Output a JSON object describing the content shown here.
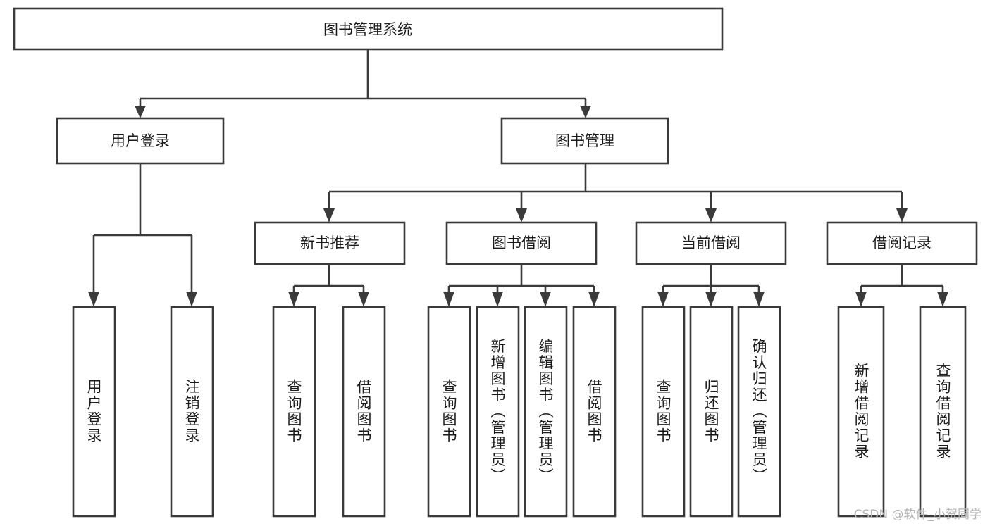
{
  "diagram": {
    "title": "图书管理系统",
    "type": "tree",
    "watermark": "CSDN @软件_小贺同学",
    "colors": {
      "stroke": "#3a3a3a",
      "node_fill": "#ffffff",
      "text": "#1b1b1b",
      "background": "#ffffff",
      "watermark": "#b4b4b4"
    },
    "levels": {
      "root": {
        "label": "图书管理系统"
      },
      "level2": [
        {
          "id": "user-login",
          "label": "用户登录"
        },
        {
          "id": "book-manage",
          "label": "图书管理"
        }
      ],
      "level3": [
        {
          "id": "new-book-recommend",
          "label": "新书推荐",
          "parent": "book-manage"
        },
        {
          "id": "book-borrow",
          "label": "图书借阅",
          "parent": "book-manage"
        },
        {
          "id": "current-borrow",
          "label": "当前借阅",
          "parent": "book-manage"
        },
        {
          "id": "borrow-record",
          "label": "借阅记录",
          "parent": "book-manage"
        }
      ],
      "leaves": [
        {
          "id": "leaf-user-login",
          "label": "用户登录",
          "parent": "user-login"
        },
        {
          "id": "leaf-user-logout",
          "label": "注销登录",
          "parent": "user-login"
        },
        {
          "id": "leaf-query-book-1",
          "label": "查询图书",
          "parent": "new-book-recommend"
        },
        {
          "id": "leaf-borrow-book-1",
          "label": "借阅图书",
          "parent": "new-book-recommend"
        },
        {
          "id": "leaf-query-book-2",
          "label": "查询图书",
          "parent": "book-borrow"
        },
        {
          "id": "leaf-add-book",
          "label": "新增图书（管理员）",
          "parent": "book-borrow"
        },
        {
          "id": "leaf-edit-book",
          "label": "编辑图书（管理员）",
          "parent": "book-borrow"
        },
        {
          "id": "leaf-borrow-book-2",
          "label": "借阅图书",
          "parent": "book-borrow"
        },
        {
          "id": "leaf-query-book-3",
          "label": "查询图书",
          "parent": "current-borrow"
        },
        {
          "id": "leaf-return-book",
          "label": "归还图书",
          "parent": "current-borrow"
        },
        {
          "id": "leaf-confirm-return",
          "label": "确认归还（管理员）",
          "parent": "current-borrow"
        },
        {
          "id": "leaf-add-record",
          "label": "新增借阅记录",
          "parent": "borrow-record"
        },
        {
          "id": "leaf-query-record",
          "label": "查询借阅记录",
          "parent": "borrow-record"
        }
      ]
    }
  }
}
